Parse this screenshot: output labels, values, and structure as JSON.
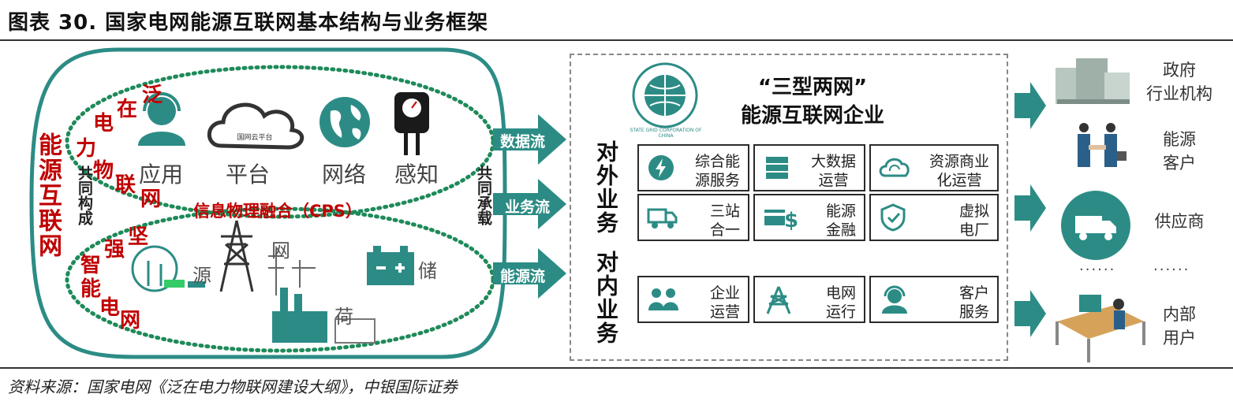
{
  "title": "图表 30. 国家电网能源互联网基本结构与业务框架",
  "source": "资料来源：国家电网《泛在电力物联网建设大纲》，中银国际证券",
  "left_panel": {
    "main_label": "能源互联网",
    "gongtong_goucheng": "共同构成",
    "gongtong_chengzai": "共同承载",
    "ubiquitous_chars": [
      "泛",
      "在",
      "电",
      "力",
      "物",
      "联",
      "网"
    ],
    "strong_chars": [
      "坚",
      "强",
      "智",
      "能",
      "电",
      "网"
    ],
    "cps_label": "信息物理融合（CPS）",
    "upper_items": [
      "应用",
      "平台",
      "网络",
      "感知"
    ],
    "cloud_text": "国网云平台",
    "lower_items": [
      "源",
      "网",
      "荷",
      "储"
    ]
  },
  "flows": [
    "数据流",
    "业务流",
    "能源流"
  ],
  "center": {
    "heading_1": "“三型两网”",
    "heading_2": "能源互联网企业",
    "logo_text": "STATE GRID CORPORATION OF CHINA",
    "external_label": "对外业务",
    "internal_label": "对内业务",
    "external_services": [
      {
        "line1": "综合能",
        "line2": "源服务",
        "icon": "bolt-gear-icon"
      },
      {
        "line1": "大数据",
        "line2": "运营",
        "icon": "server-icon"
      },
      {
        "line1": "资源商业",
        "line2": "化运营",
        "icon": "cloud-sync-icon"
      },
      {
        "line1": "三站",
        "line2": "合一",
        "icon": "truck-icon"
      },
      {
        "line1": "能源",
        "line2": "金融",
        "icon": "card-dollar-icon"
      },
      {
        "line1": "虚拟",
        "line2": "电厂",
        "icon": "shield-plant-icon"
      }
    ],
    "internal_services": [
      {
        "line1": "企业",
        "line2": "运营",
        "icon": "people-icon"
      },
      {
        "line1": "电网",
        "line2": "运行",
        "icon": "tower-icon"
      },
      {
        "line1": "客户",
        "line2": "服务",
        "icon": "headset-icon"
      }
    ]
  },
  "right_targets": [
    {
      "line1": "政府",
      "line2": "行业机构"
    },
    {
      "line1": "能源",
      "line2": "客户"
    },
    {
      "line1": "供应商",
      "line2": ""
    },
    {
      "line1": "内部",
      "line2": "用户"
    }
  ],
  "ellipsis": "······",
  "colors": {
    "teal": "#2c8c85",
    "red": "#c00000",
    "dark": "#2a2a2a"
  }
}
